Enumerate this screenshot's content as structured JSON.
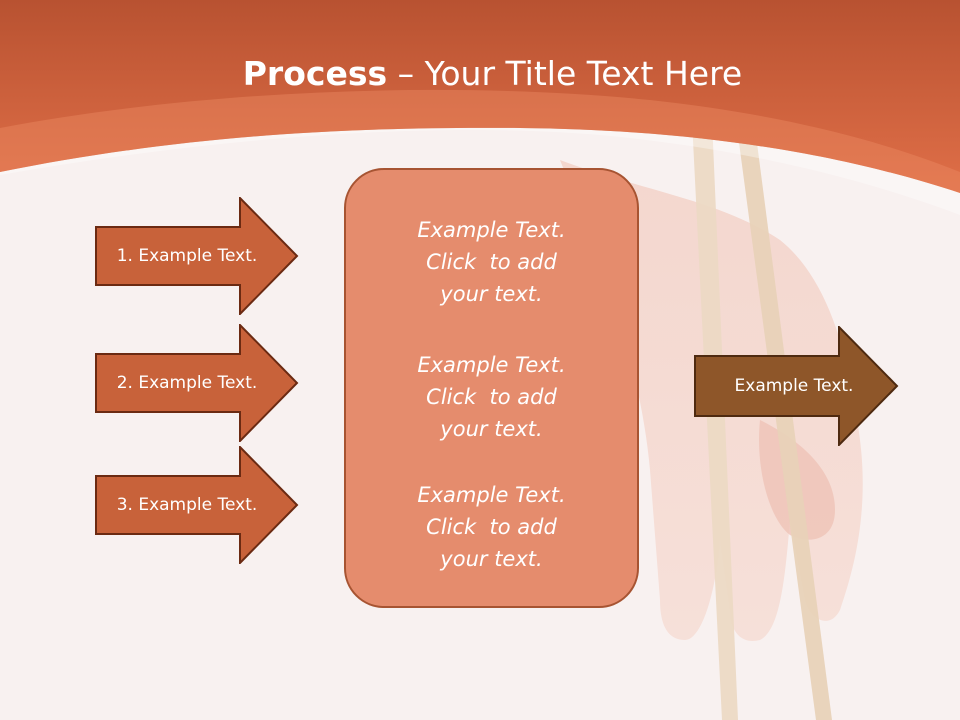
{
  "slide": {
    "title_bold": "Process",
    "title_rest": " – Your Title Text Here"
  },
  "steps": [
    {
      "label": "1. Example Text."
    },
    {
      "label": "2. Example Text."
    },
    {
      "label": "3. Example Text."
    }
  ],
  "center_box": {
    "blocks": [
      {
        "line1": "Example Text.",
        "line2": "Click  to add",
        "line3": "your text."
      },
      {
        "line1": "Example Text.",
        "line2": "Click  to add",
        "line3": "your text."
      },
      {
        "line1": "Example Text.",
        "line2": "Click  to add",
        "line3": "your text."
      }
    ]
  },
  "output": {
    "label": "Example Text."
  },
  "colors": {
    "header": "#d9673f",
    "arrow_fill": "#c8623a",
    "arrow_border": "#6b2a12",
    "center_fill": "#e58c6d",
    "output_fill": "#8e5629"
  }
}
